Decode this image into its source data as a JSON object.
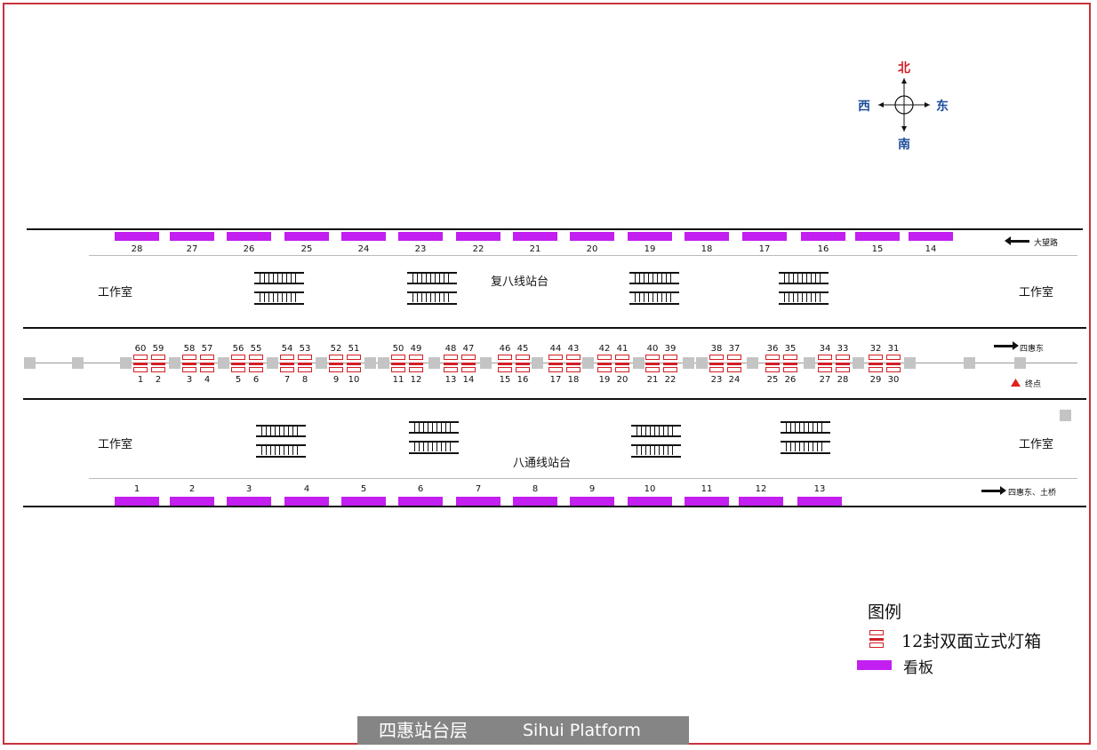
{
  "compass": {
    "north": "北",
    "south": "南",
    "east": "东",
    "west": "西"
  },
  "north_platform": {
    "name": "复八线站台",
    "billboards": [
      "28",
      "27",
      "26",
      "25",
      "24",
      "23",
      "22",
      "21",
      "20",
      "19",
      "18",
      "17",
      "16",
      "15",
      "14"
    ],
    "direction_label": "大望路",
    "left_room": "工作室",
    "right_room": "工作室"
  },
  "south_platform": {
    "name": "八通线站台",
    "billboards": [
      "1",
      "2",
      "3",
      "4",
      "5",
      "6",
      "7",
      "8",
      "9",
      "10",
      "11",
      "12",
      "13"
    ],
    "direction_label": "四惠东、土桥",
    "left_room": "工作室",
    "right_room": "工作室"
  },
  "middle": {
    "top_numbers": [
      "60",
      "59",
      "58",
      "57",
      "56",
      "55",
      "54",
      "53",
      "52",
      "51",
      "50",
      "49",
      "48",
      "47",
      "46",
      "45",
      "44",
      "43",
      "42",
      "41",
      "40",
      "39",
      "38",
      "37",
      "36",
      "35",
      "34",
      "33",
      "32",
      "31"
    ],
    "bottom_numbers": [
      "1",
      "2",
      "3",
      "4",
      "5",
      "6",
      "7",
      "8",
      "9",
      "10",
      "11",
      "12",
      "13",
      "14",
      "15",
      "16",
      "17",
      "18",
      "19",
      "20",
      "21",
      "22",
      "23",
      "24",
      "25",
      "26",
      "27",
      "28",
      "29",
      "30"
    ],
    "direction_label": "四惠东",
    "terminal_label": "终点"
  },
  "colors": {
    "billboard": "#c21ff0",
    "lightbox": "#d21f26",
    "frame": "#c8323c",
    "terminal": "#e0201b",
    "compass_north": "#d21f26",
    "compass_other": "#1e4f9c"
  },
  "legend": {
    "title": "图例",
    "lightbox_label": "12封双面立式灯箱",
    "billboard_label": "看板"
  },
  "footer": {
    "title_cn": "四惠站台层",
    "title_en": "Sihui  Platform"
  }
}
